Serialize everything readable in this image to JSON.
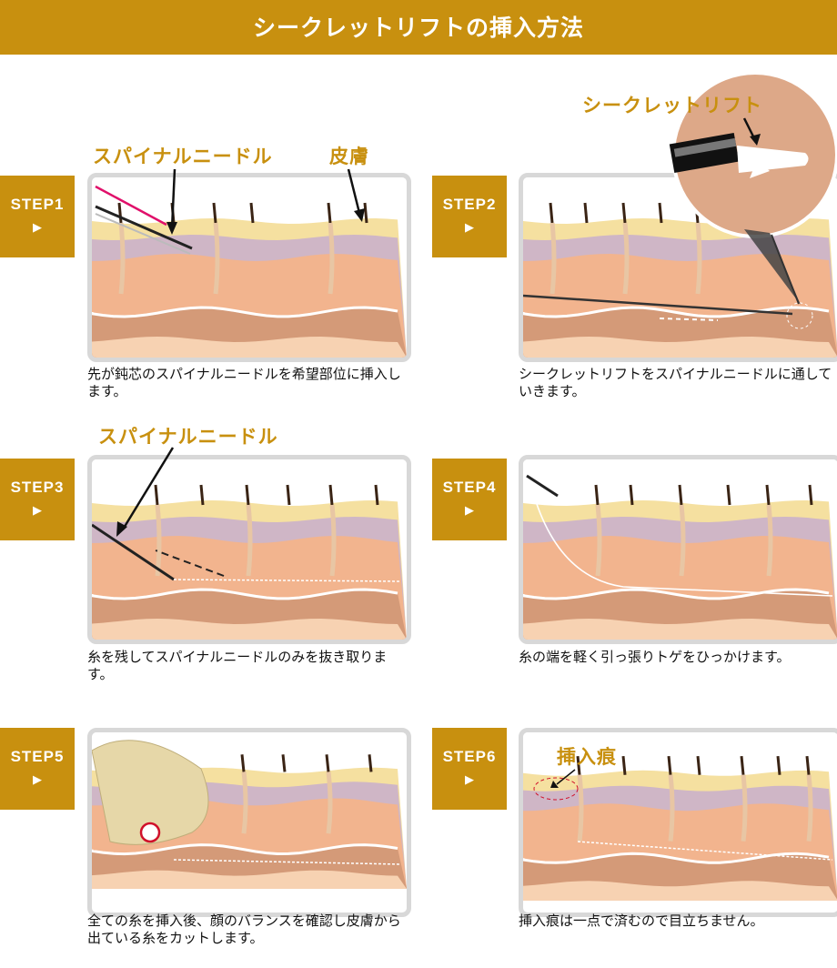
{
  "header": {
    "title": "シークレットリフトの挿入方法"
  },
  "steps": [
    {
      "label": "STEP1",
      "caption": "先が鈍芯のスパイナルニードルを希望部位に挿入します。"
    },
    {
      "label": "STEP2",
      "caption": "シークレットリフトをスパイナルニードルに通していきます。"
    },
    {
      "label": "STEP3",
      "caption": "糸を残してスパイナルニードルのみを抜き取ります。"
    },
    {
      "label": "STEP4",
      "caption": "糸の端を軽く引っ張りトゲをひっかけます。"
    },
    {
      "label": "STEP5",
      "caption": "全ての糸を挿入後、顔のバランスを確認し皮膚から出ている糸をカットします。"
    },
    {
      "label": "STEP6",
      "caption": "挿入痕は一点で済むので目立ちません。"
    }
  ],
  "callouts": {
    "spinal_needle_1": "スパイナルニードル",
    "skin": "皮膚",
    "secret_lift": "シークレットリフト",
    "spinal_needle_3": "スパイナルニードル",
    "insertion_mark": "挿入痕"
  },
  "step_arrow": "▶",
  "colors": {
    "brand": "#c8900f",
    "epidermis": "#f5e0a0",
    "dermis": "#cfb6c6",
    "fat": "#f2b48e",
    "muscle": "#d49a78",
    "bottom": "#f7d2b2"
  }
}
